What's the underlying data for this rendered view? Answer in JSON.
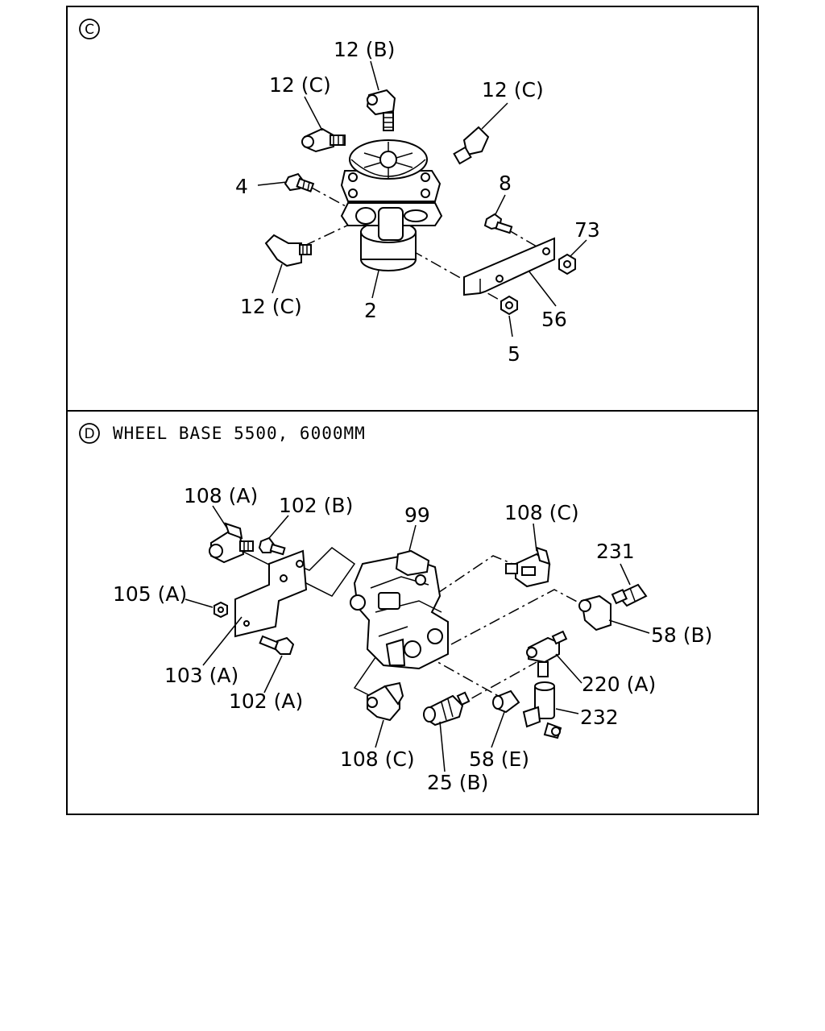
{
  "panel_c": {
    "marker": "C",
    "labels": {
      "p12b": "12 (B)",
      "p12c_left": "12 (C)",
      "p12c_right": "12 (C)",
      "p4": "4",
      "p8": "8",
      "p73": "73",
      "p12c_bottom": "12 (C)",
      "p2": "2",
      "p56": "56",
      "p5": "5"
    }
  },
  "panel_d": {
    "marker": "D",
    "title": "WHEEL BASE 5500, 6000MM",
    "labels": {
      "p108a": "108 (A)",
      "p102b": "102 (B)",
      "p99": "99",
      "p108c_top": "108 (C)",
      "p231": "231",
      "p105a": "105 (A)",
      "p58b": "58 (B)",
      "p103a": "103 (A)",
      "p220a": "220 (A)",
      "p102a": "102 (A)",
      "p232": "232",
      "p108c_bottom": "108 (C)",
      "p58e": "58 (E)",
      "p25b": "25 (B)"
    }
  }
}
